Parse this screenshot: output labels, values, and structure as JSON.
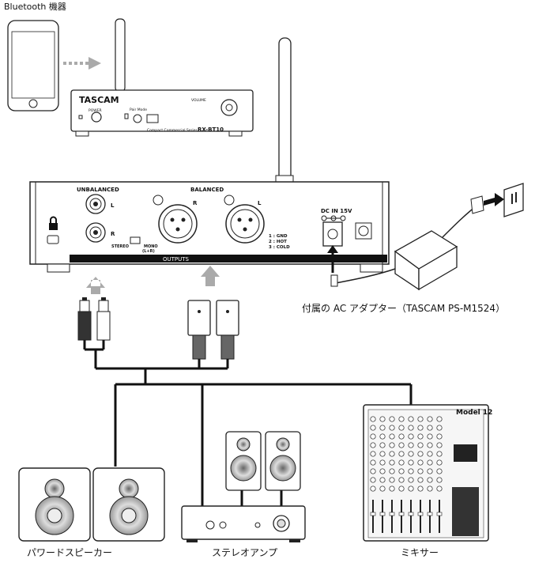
{
  "labels": {
    "bluetooth_device": "Bluetooth 機器",
    "ac_adapter": "付属の AC アダプター（TASCAM PS-M1524）",
    "powered_speaker": "パワードスピーカー",
    "stereo_amp": "ステレオアンプ",
    "mixer": "ミキサー"
  },
  "receiver": {
    "brand": "TASCAM",
    "model": "RX-BT10",
    "subtitle": "Compact Commercial Series",
    "power": "POWER",
    "pair_mode": "Pair Mode",
    "volume": "VOLUME"
  },
  "panel": {
    "unbalanced": "UNBALANCED",
    "balanced": "BALANCED",
    "left": "L",
    "right": "R",
    "stereo": "STEREO",
    "mono": "MONO",
    "mono_sub": "(L+R)",
    "pin1": "1 : GND",
    "pin2": "2 : HOT",
    "pin3": "3 : COLD",
    "dc_in": "DC IN 15V",
    "outputs": "OUTPUTS"
  },
  "mixer": {
    "model": "Model 12"
  },
  "colors": {
    "line": "#111111",
    "arrow_gray": "#aaaaaa",
    "outline": "#222222"
  }
}
